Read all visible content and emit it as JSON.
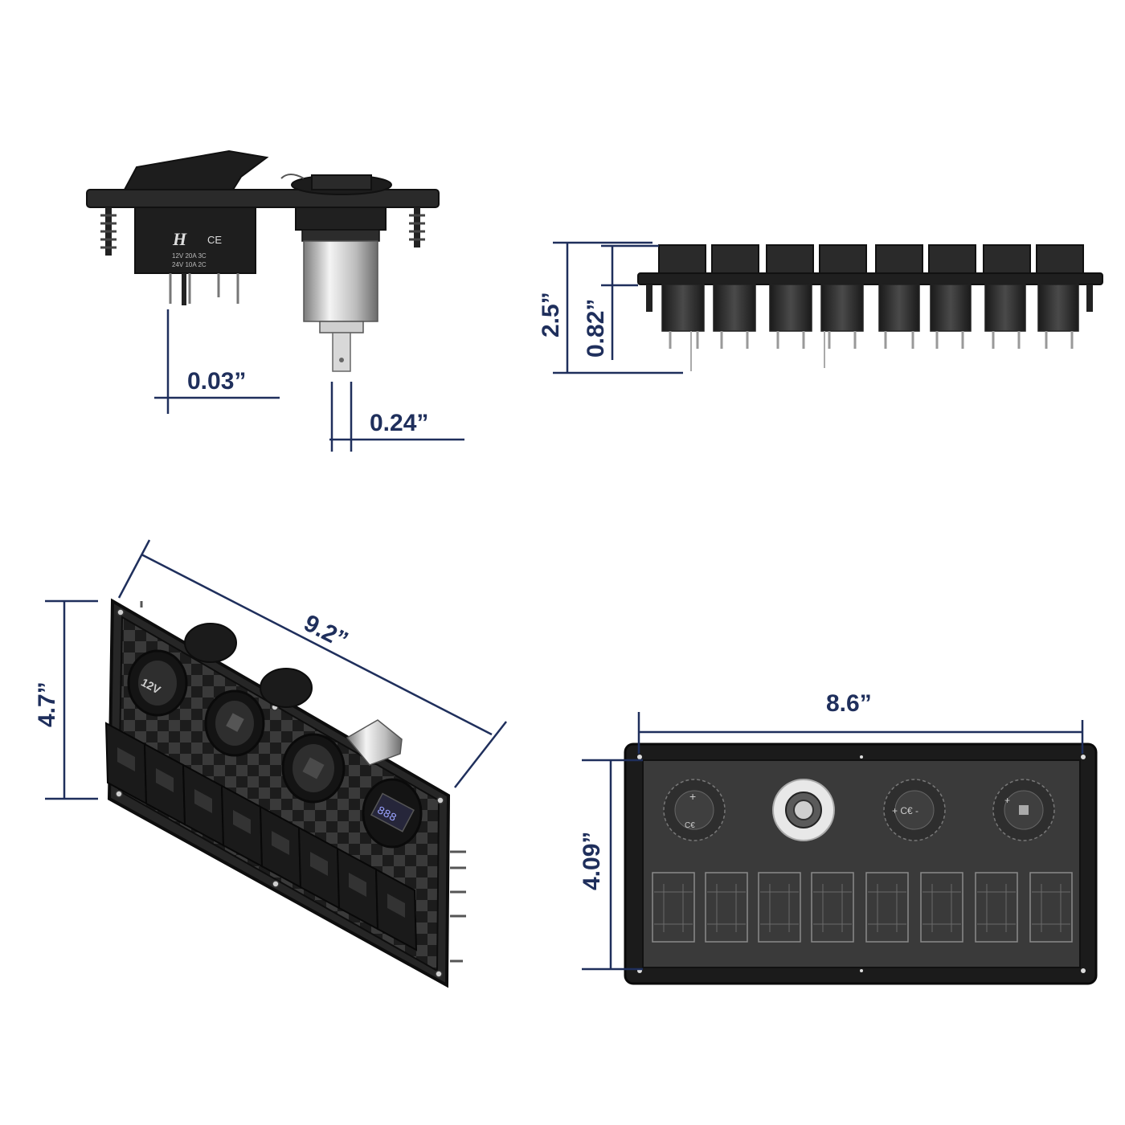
{
  "dimensions": {
    "side_pin_gap": "0.03”",
    "side_terminal_width": "0.24”",
    "top_height_total": "2.5”",
    "top_height_body": "0.82”",
    "iso_width": "9.2”",
    "iso_height": "4.7”",
    "front_width": "8.6”",
    "front_height": "4.09”"
  },
  "labels": {
    "switch_brand": "H",
    "switch_rating_1": "12V 20A 3C",
    "switch_rating_2": "24V 10A 2C",
    "socket_voltage": "12V",
    "voltmeter_reading": "888"
  },
  "colors": {
    "dimension": "#1f2f5c",
    "panel": "#2b2b2b",
    "panel_edge": "#111111"
  }
}
